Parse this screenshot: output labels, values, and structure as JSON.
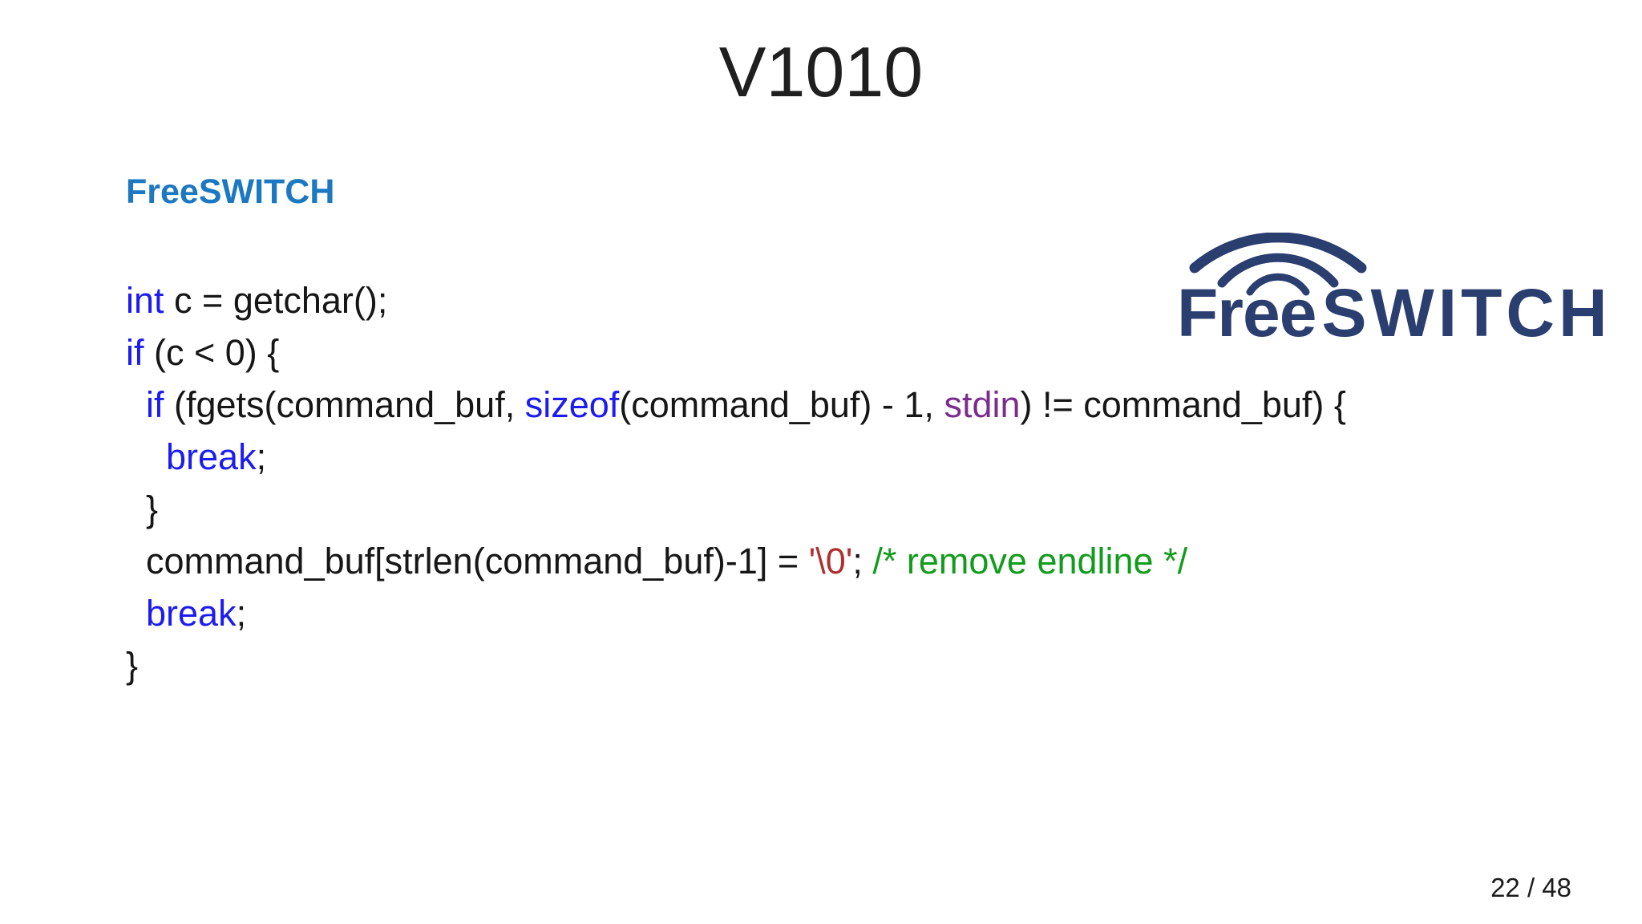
{
  "slide": {
    "title": "V1010",
    "heading": "FreeSWITCH",
    "page_number": "22 / 48",
    "background": "#ffffff"
  },
  "logo": {
    "part1": "Free",
    "part2": "SWITCH",
    "color": "#2a3e70",
    "icon": "wifi-arcs-icon"
  },
  "colors": {
    "title": "#1f1f1f",
    "heading_blue": "#1b78c1",
    "code_text": "#161616",
    "keyword_blue": "#1c1cf0",
    "stdlib_purple": "#7b2d8e",
    "string_red": "#b03030",
    "comment_green": "#129c1c"
  },
  "code": {
    "lines": [
      {
        "segments": [
          {
            "text": "int",
            "type": "keyword"
          },
          {
            "text": " c = getchar();",
            "type": "plain"
          }
        ]
      },
      {
        "segments": [
          {
            "text": "if",
            "type": "keyword"
          },
          {
            "text": " (c < 0) {",
            "type": "plain"
          }
        ]
      },
      {
        "segments": [
          {
            "text": "  ",
            "type": "plain"
          },
          {
            "text": "if",
            "type": "keyword"
          },
          {
            "text": " (fgets(command_buf, ",
            "type": "plain"
          },
          {
            "text": "sizeof",
            "type": "keyword"
          },
          {
            "text": "(command_buf) - 1, ",
            "type": "plain"
          },
          {
            "text": "stdin",
            "type": "stdlib"
          },
          {
            "text": ") != command_buf) {",
            "type": "plain"
          }
        ]
      },
      {
        "segments": [
          {
            "text": "    ",
            "type": "plain"
          },
          {
            "text": "break",
            "type": "keyword"
          },
          {
            "text": ";",
            "type": "plain"
          }
        ]
      },
      {
        "segments": [
          {
            "text": "  }",
            "type": "plain"
          }
        ]
      },
      {
        "segments": [
          {
            "text": "  command_buf[strlen(command_buf)-1] = ",
            "type": "plain"
          },
          {
            "text": "'\\0'",
            "type": "string"
          },
          {
            "text": "; ",
            "type": "plain"
          },
          {
            "text": "/* remove endline */",
            "type": "comment"
          }
        ]
      },
      {
        "segments": [
          {
            "text": "  ",
            "type": "plain"
          },
          {
            "text": "break",
            "type": "keyword"
          },
          {
            "text": ";",
            "type": "plain"
          }
        ]
      },
      {
        "segments": [
          {
            "text": "}",
            "type": "plain"
          }
        ]
      }
    ]
  }
}
